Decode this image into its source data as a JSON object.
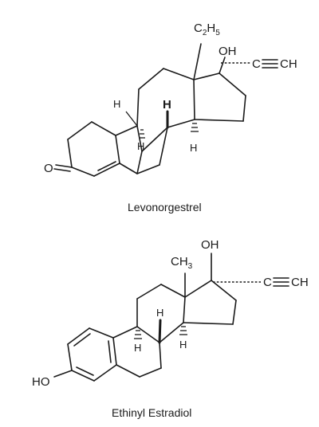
{
  "molecules": [
    {
      "caption": "Levonorgestrel",
      "labels": {
        "ethyl_main": "C",
        "ethyl_sub1": "2",
        "ethyl_h": "H",
        "ethyl_sub2": "5",
        "oh": "OH",
        "alkyne_c": "C",
        "alkyne_ch": "CH",
        "ketone_o": "O",
        "h_c9": "H",
        "h_c8": "H",
        "h_c10": "H",
        "h_c14": "H"
      }
    },
    {
      "caption": "Ethinyl Estradiol",
      "labels": {
        "oh_top": "OH",
        "methyl_main": "CH",
        "methyl_sub": "3",
        "alkyne_c": "C",
        "alkyne_ch": "CH",
        "ho": "HO",
        "h_c8": "H",
        "h_c9": "H",
        "h_c14": "H"
      }
    }
  ]
}
